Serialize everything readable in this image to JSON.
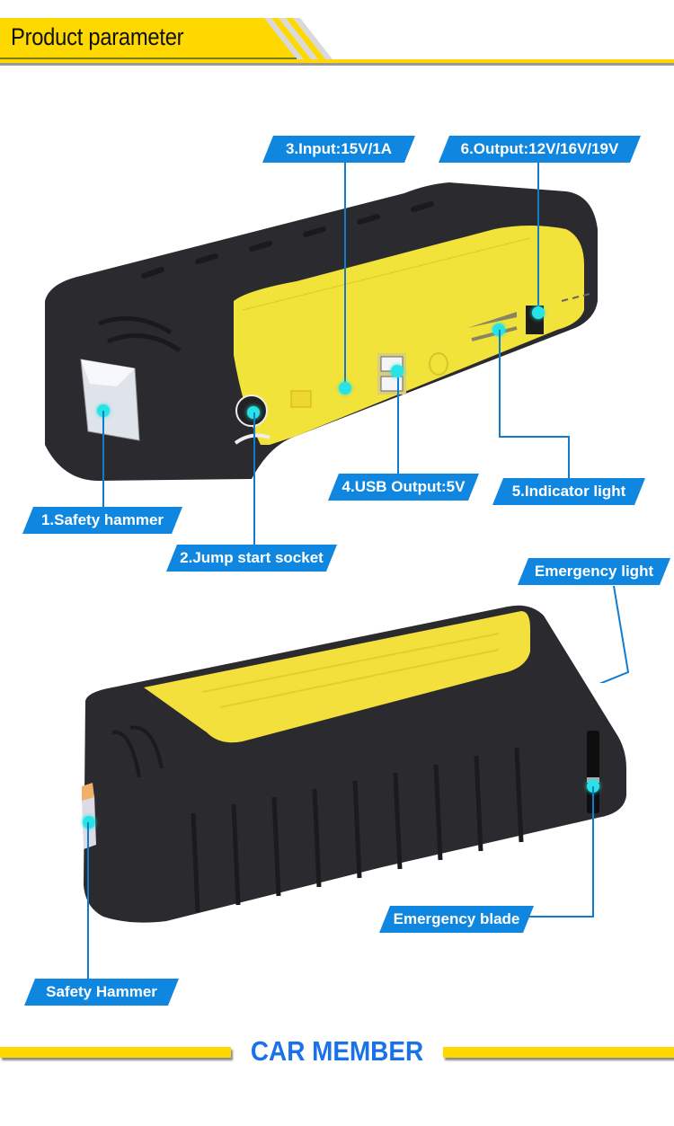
{
  "header": {
    "title": "Product parameter",
    "accent_color": "#ffd800"
  },
  "product_top_view": {
    "callouts": [
      {
        "id": 1,
        "label": "1.Safety hammer"
      },
      {
        "id": 2,
        "label": "2.Jump start socket"
      },
      {
        "id": 3,
        "label": "3.Input:15V/1A"
      },
      {
        "id": 4,
        "label": "4.USB Output:5V"
      },
      {
        "id": 5,
        "label": "5.Indicator light"
      },
      {
        "id": 6,
        "label": "6.Output:12V/16V/19V"
      }
    ]
  },
  "product_side_view": {
    "callouts": [
      {
        "label": "Emergency light"
      },
      {
        "label": "Emergency blade"
      },
      {
        "label": "Safety Hammer"
      }
    ]
  },
  "colors": {
    "callout_bg": "#0f86e0",
    "callout_text": "#ffffff",
    "marker_dot": "#27e3e6",
    "device_body": "#2a2a2e",
    "device_accent": "#f4e43a"
  },
  "footer": {
    "brand": "CAR MEMBER",
    "brand_color": "#1a72e8"
  }
}
